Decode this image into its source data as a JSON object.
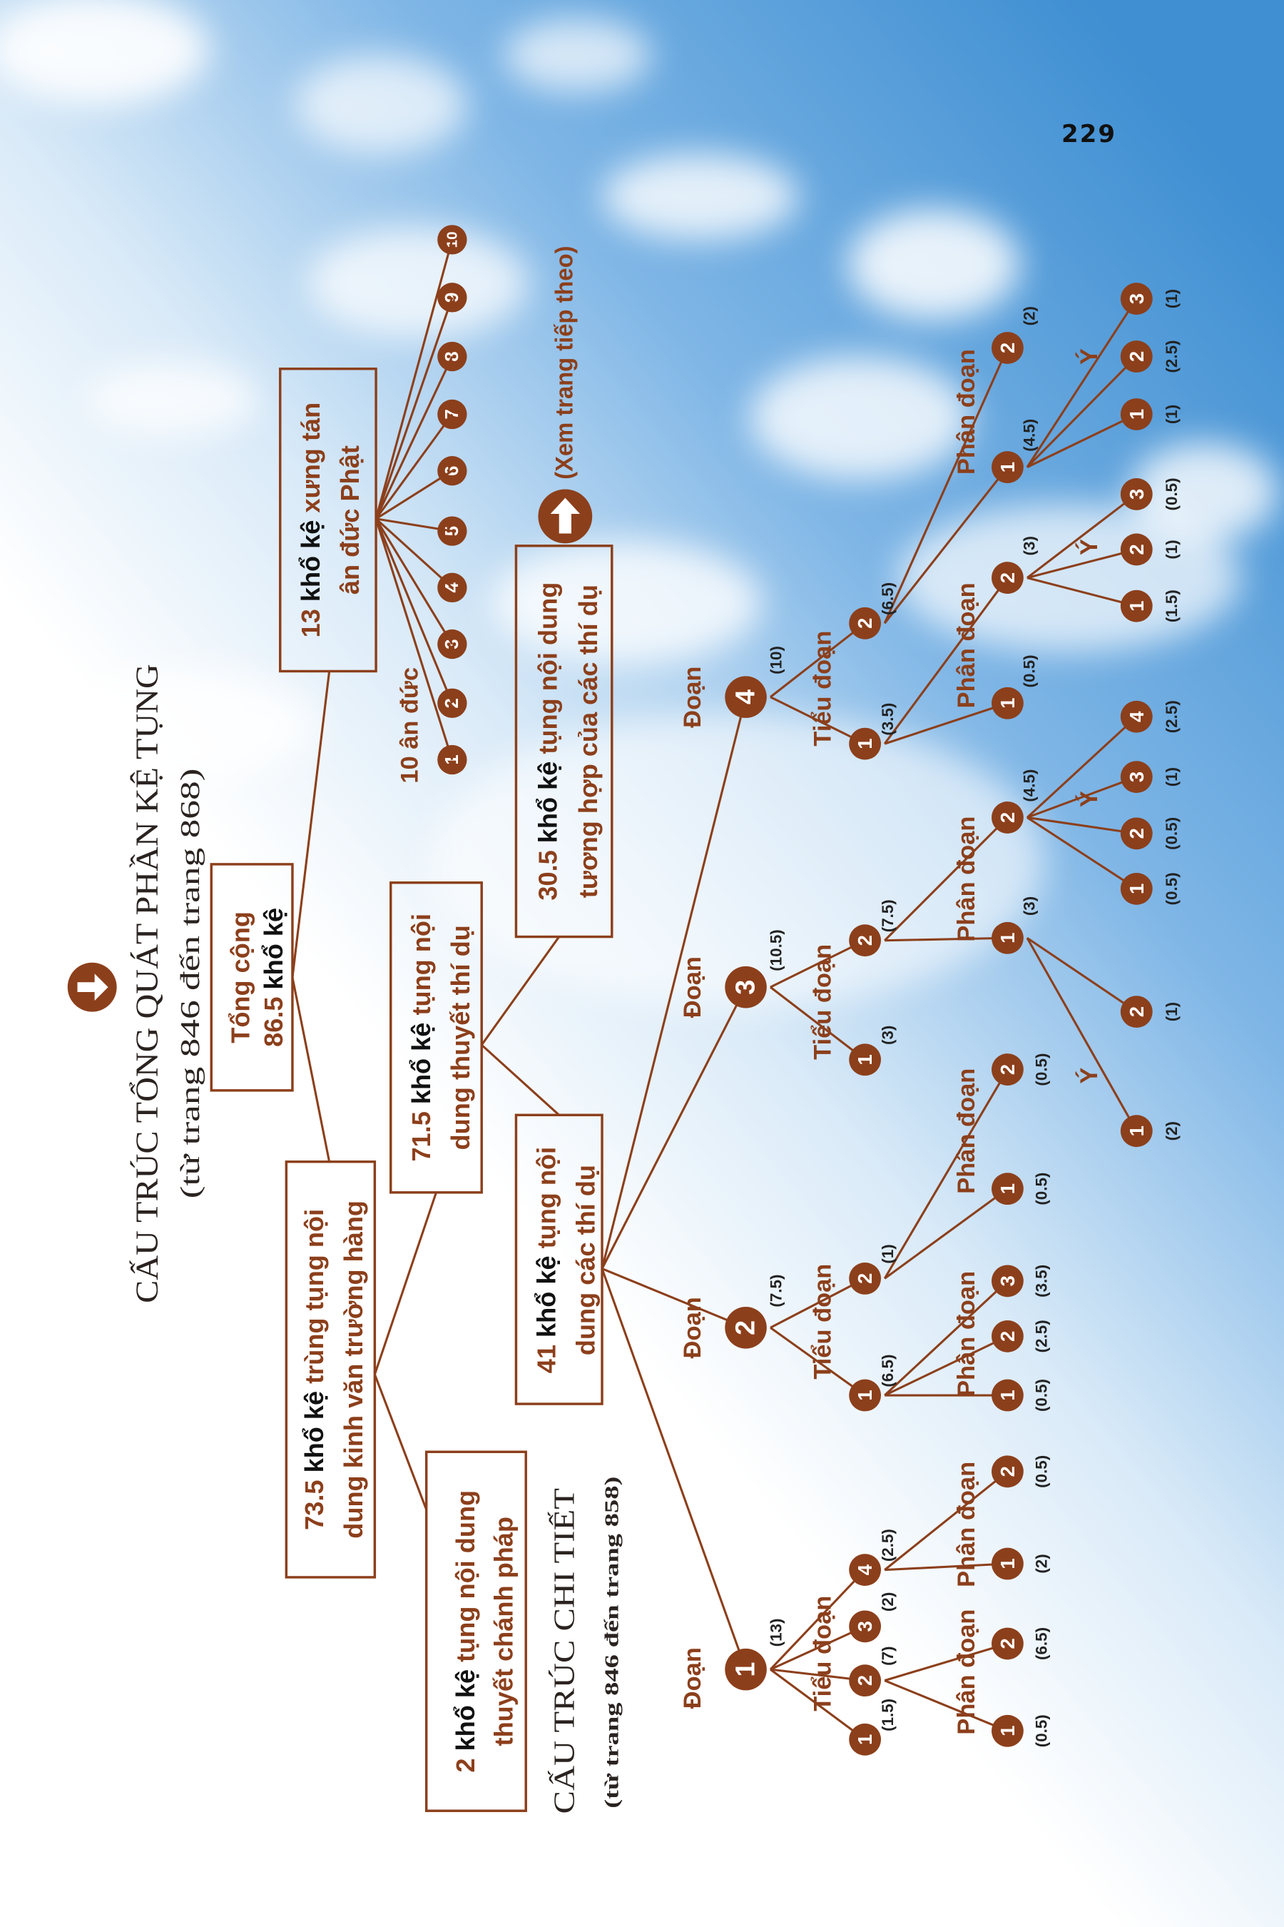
{
  "page_number": "229",
  "title": "CẤU TRÚC TỔNG QUÁT PHẦN KỆ TỤNG",
  "subtitle": "(từ trang 846 đến trang 868)",
  "boxes": {
    "total": {
      "line1": "Tổng cộng",
      "count": "86.5",
      "unit": "khổ kệ"
    },
    "praise": {
      "count": "13",
      "unit": "khổ kệ",
      "text": "xưng tán",
      "line2": "ân đức Phật"
    },
    "repeat": {
      "count": "73.5",
      "unit": "khổ kệ",
      "text": "trùng tụng nội",
      "line2": "dung kinh văn trường hàng"
    },
    "dharma": {
      "count": "2",
      "unit": "khổ kệ",
      "text": "tụng nội dung",
      "line2": "thuyết chánh pháp"
    },
    "parables": {
      "count": "71.5",
      "unit": "khổ kệ",
      "text": "tụng nội",
      "line2": "dung thuyết thí dụ"
    },
    "correspondence": {
      "count": "30.5",
      "unit": "khổ kệ",
      "text": "tụng nội dung",
      "line2": "tương hợp của các thí dụ"
    },
    "examples": {
      "count": "41",
      "unit": "khổ kệ",
      "text": "tụng nội",
      "line2": "dung các thí dụ"
    }
  },
  "an_duc": {
    "label": "10 ân đức",
    "items": [
      "1",
      "2",
      "3",
      "4",
      "5",
      "6",
      "7",
      "8",
      "9",
      "10"
    ]
  },
  "continue_note": "(Xem trang tiếp theo)",
  "detail_title": "CẤU TRÚC CHI TIẾT",
  "detail_subtitle": "(từ trang 846 đến trang 858)",
  "levels": [
    "Đoạn",
    "Tiểu đoạn",
    "Phân đoạn",
    "Ý"
  ],
  "tree": [
    {
      "num": "1",
      "value": "(13)",
      "children": [
        {
          "num": "1",
          "value": "(1.5)"
        },
        {
          "num": "2",
          "value": "(7)",
          "children": [
            {
              "num": "1",
              "value": "(0.5)"
            },
            {
              "num": "2",
              "value": "(6.5)"
            }
          ]
        },
        {
          "num": "3",
          "value": "(2)"
        },
        {
          "num": "4",
          "value": "(2.5)",
          "children": [
            {
              "num": "1",
              "value": "(2)"
            },
            {
              "num": "2",
              "value": "(0.5)"
            }
          ]
        }
      ]
    },
    {
      "num": "2",
      "value": "(7.5)",
      "children": [
        {
          "num": "1",
          "value": "(6.5)",
          "children": [
            {
              "num": "1",
              "value": "(0.5)"
            },
            {
              "num": "2",
              "value": "(2.5)"
            },
            {
              "num": "3",
              "value": "(3.5)"
            }
          ]
        },
        {
          "num": "2",
          "value": "(1)",
          "children": [
            {
              "num": "1",
              "value": "(0.5)"
            },
            {
              "num": "2",
              "value": "(0.5)"
            }
          ]
        }
      ]
    },
    {
      "num": "3",
      "value": "(10.5)",
      "children": [
        {
          "num": "1",
          "value": "(3)"
        },
        {
          "num": "2",
          "value": "(7.5)",
          "children": [
            {
              "num": "1",
              "value": "(3)",
              "children": [
                {
                  "num": "1",
                  "value": "(2)"
                },
                {
                  "num": "2",
                  "value": "(1)"
                }
              ]
            },
            {
              "num": "2",
              "value": "(4.5)",
              "children": [
                {
                  "num": "1",
                  "value": "(0.5)"
                },
                {
                  "num": "2",
                  "value": "(0.5)"
                },
                {
                  "num": "3",
                  "value": "(1)"
                },
                {
                  "num": "4",
                  "value": "(2.5)"
                }
              ]
            }
          ]
        }
      ]
    },
    {
      "num": "4",
      "value": "(10)",
      "children": [
        {
          "num": "1",
          "value": "(3.5)",
          "children": [
            {
              "num": "1",
              "value": "(0.5)"
            },
            {
              "num": "2",
              "value": "(3)",
              "children": [
                {
                  "num": "1",
                  "value": "(1.5)"
                },
                {
                  "num": "2",
                  "value": "(1)"
                },
                {
                  "num": "3",
                  "value": "(0.5)"
                }
              ]
            }
          ]
        },
        {
          "num": "2",
          "value": "(6.5)",
          "children": [
            {
              "num": "1",
              "value": "(4.5)",
              "children": [
                {
                  "num": "1",
                  "value": "(1)"
                },
                {
                  "num": "2",
                  "value": "(2.5)"
                },
                {
                  "num": "3",
                  "value": "(1)"
                }
              ]
            },
            {
              "num": "2",
              "value": "(2)"
            }
          ]
        }
      ]
    }
  ],
  "colors": {
    "accent": "#8c3f1b",
    "sky": "#4f9cd8"
  }
}
